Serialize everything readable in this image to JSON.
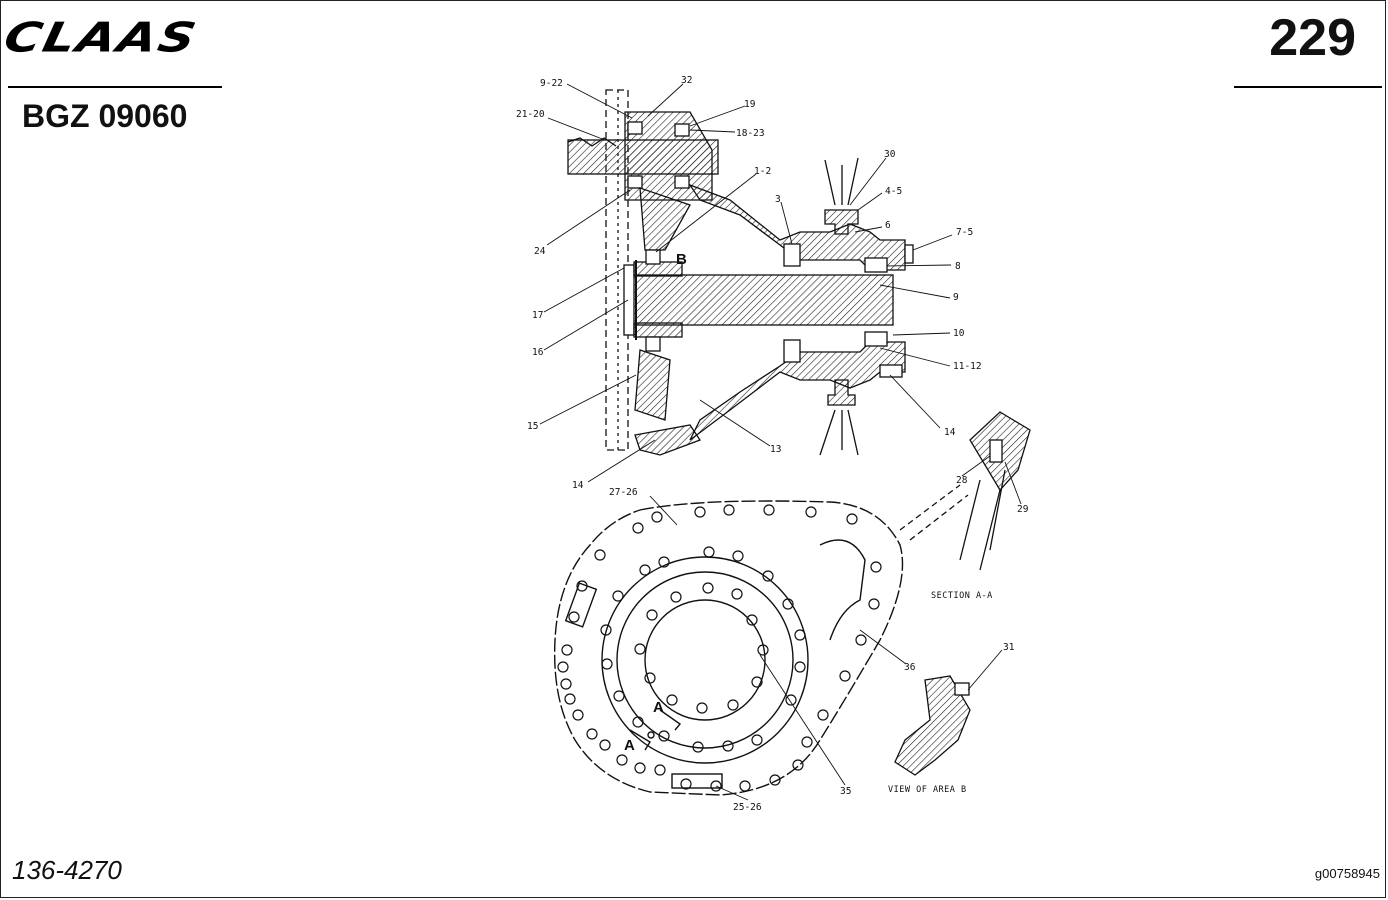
{
  "header": {
    "brand": "CLAAS",
    "page_number": "229",
    "model_code": "BGZ 09060"
  },
  "footer": {
    "document_number": "136-4270",
    "image_id": "g00758945"
  },
  "diagram": {
    "callouts": [
      "9-22",
      "32",
      "19",
      "21-20",
      "18-23",
      "1-2",
      "30",
      "4-5",
      "6",
      "3",
      "7-5",
      "8",
      "9",
      "10",
      "11-12",
      "14",
      "24",
      "17",
      "16",
      "15",
      "13",
      "14",
      "27-26",
      "28",
      "29",
      "36",
      "31",
      "35",
      "25-26"
    ],
    "section_letters": {
      "b": "B",
      "a1": "A",
      "a2": "A"
    },
    "captions": {
      "section": "SECTION A-A",
      "view": "VIEW OF AREA B"
    }
  }
}
